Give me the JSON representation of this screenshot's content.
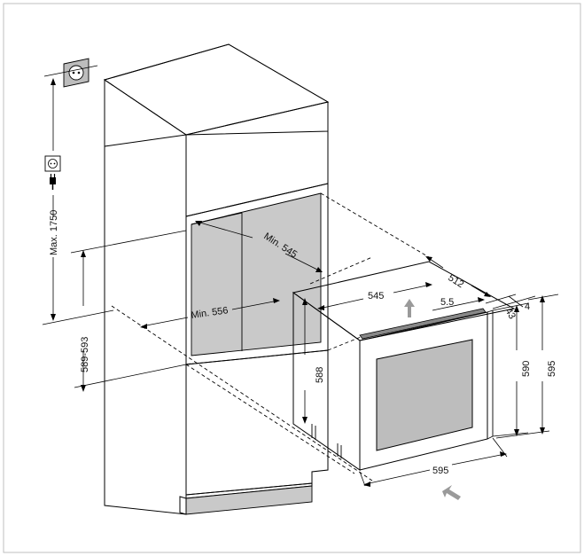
{
  "labels": {
    "max_height": "Max. 1750",
    "min_depth": "Min. 545",
    "min_width": "Min. 556",
    "niche_height": "589-593",
    "appliance_width_top": "545",
    "appliance_depth": "512",
    "offset_55": "5.5",
    "depth_43": "43",
    "door_4": "4",
    "body_height": "588",
    "door_height": "590",
    "overall_height": "595",
    "overall_width": "595"
  },
  "icons": {
    "socket_wall": "power-socket-icon",
    "socket_small": "power-socket-icon",
    "plug": "plug-icon",
    "arrow_up": "arrow-up-icon",
    "arrow_in": "arrow-diagonal-icon"
  },
  "colors": {
    "line": "#000000",
    "niche_fill": "#c9c9c9",
    "glass_fill": "#bdbdbd",
    "arrow_fill": "#9a9a9a",
    "frame": "#bfbfbf"
  }
}
